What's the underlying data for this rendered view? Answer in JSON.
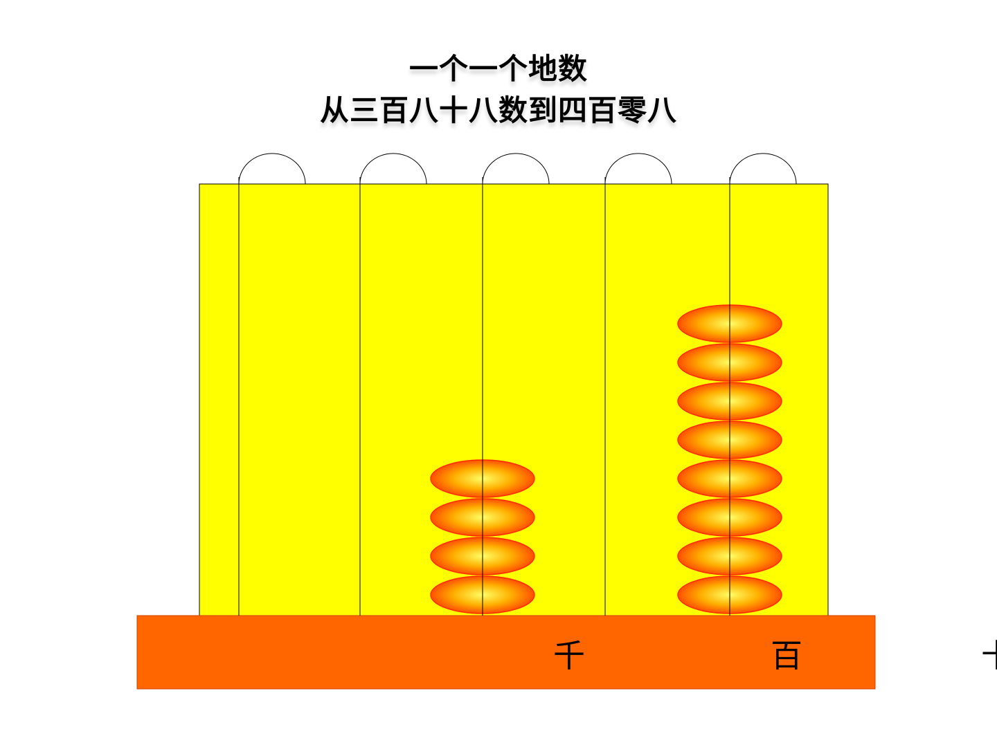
{
  "title": {
    "line1": "一个一个地数",
    "line2": "从三百八十八数到四百零八"
  },
  "abacus": {
    "board_color": "#ffff00",
    "base_color": "#ff6600",
    "bead_colors": {
      "center": "#ffff66",
      "mid": "#ffb000",
      "edge": "#ff5000",
      "stroke": "#ff2a00"
    },
    "rods": [
      {
        "beads": 0
      },
      {
        "beads": 0
      },
      {
        "beads": 4
      },
      {
        "beads": 0
      },
      {
        "beads": 8
      }
    ],
    "labels": [
      "千",
      "百",
      "十"
    ]
  }
}
